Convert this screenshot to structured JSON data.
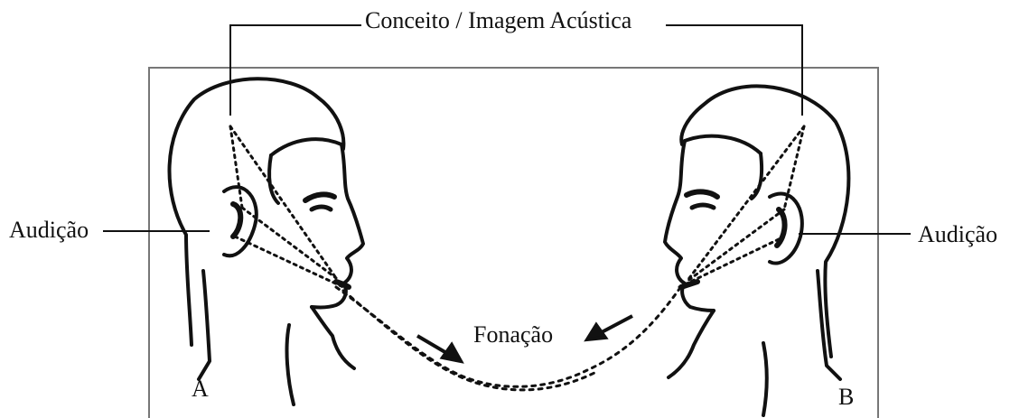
{
  "diagram": {
    "top_label": "Conceito / Imagem Acústica",
    "left_label": "Audição",
    "right_label": "Audição",
    "center_label": "Fonação",
    "speaker_a": "A",
    "speaker_b": "B",
    "line_color": "#111111",
    "frame_color": "#777777"
  }
}
